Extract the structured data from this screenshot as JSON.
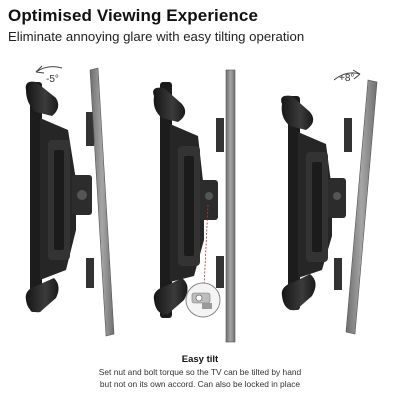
{
  "header": {
    "title": "Optimised Viewing Experience",
    "subtitle": "Eliminate annoying glare with easy tilting operation"
  },
  "tilt_indicators": {
    "left_angle": "-5°",
    "right_angle": "+8°"
  },
  "caption": {
    "title": "Easy tilt",
    "line1": "Set nut and bolt torque so the TV  can be tilted by hand",
    "line2": "but not on its own accord. Can also be locked in place"
  },
  "colors": {
    "bracket_dark": "#1e1e1e",
    "bracket_mid": "#3a3a3a",
    "tv_panel": "#8a8a8a",
    "tv_edge": "#5a5a5a",
    "detail_red": "#c03030"
  }
}
